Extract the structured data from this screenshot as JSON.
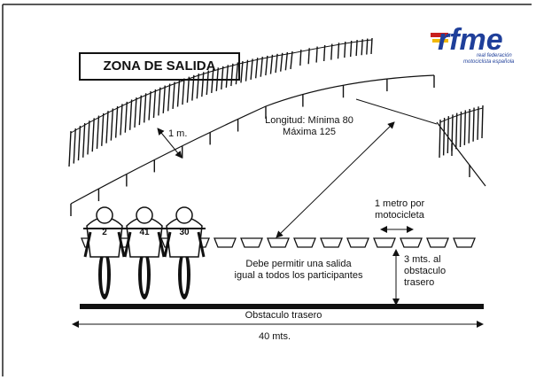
{
  "title": "ZONA DE SALIDA",
  "logo": {
    "name": "rfme",
    "subtitle_line1": "real federación",
    "subtitle_line2": "motociclista española",
    "colors": {
      "blue": "#1f3f9a",
      "red": "#c8201e",
      "yellow": "#f2b705"
    }
  },
  "labels": {
    "one_meter": "1 m.",
    "length_line1": "Longitud: Mínima 80",
    "length_line2": "Máxima 125",
    "per_bike_line1": "1 metro por",
    "per_bike_line2": "motocicleta",
    "rear_line1": "3 mts. al",
    "rear_line2": "obstaculo",
    "rear_line3": "trasero",
    "fair_start_line1": "Debe permitir una salida",
    "fair_start_line2": "igual a todos los participantes",
    "obstacle": "Obstaculo trasero",
    "width": "40 mts."
  },
  "riders": [
    "2",
    "41",
    "30"
  ],
  "colors": {
    "ink": "#111111",
    "background": "#ffffff"
  }
}
